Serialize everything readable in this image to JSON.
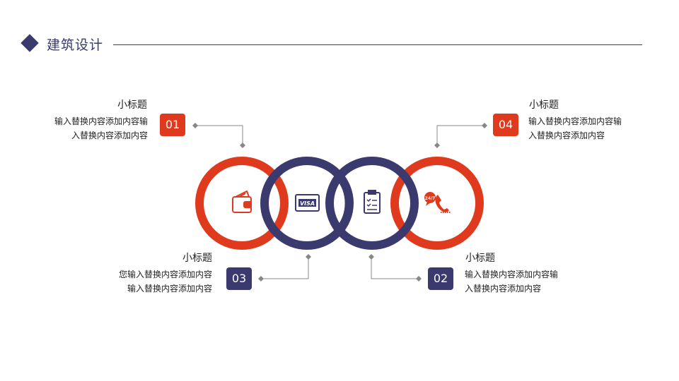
{
  "header": {
    "title": "建筑设计"
  },
  "colors": {
    "accent_red": "#e03a1e",
    "accent_navy": "#3a3a6e",
    "connector_gray": "#888888"
  },
  "items": [
    {
      "number": "01",
      "heading": "小标题",
      "lines": [
        "输入替换内容添加内容输",
        "入替换内容添加内容"
      ],
      "icon": "wallet-icon"
    },
    {
      "number": "02",
      "heading": "小标题",
      "lines": [
        "输入替换内容添加内容输",
        "入替换内容添加内容"
      ],
      "icon": "clipboard-checklist-icon"
    },
    {
      "number": "03",
      "heading": "小标题",
      "lines": [
        "您输入替换内容添加内容",
        "输入替换内容添加内容"
      ],
      "icon": "visa-card-icon"
    },
    {
      "number": "04",
      "heading": "小标题",
      "lines": [
        "输入替换内容添加内容输",
        "入替换内容添加内容"
      ],
      "icon": "phone-24-7-icon"
    }
  ],
  "icon_text": {
    "visa": "VISA",
    "support": "24/7"
  }
}
